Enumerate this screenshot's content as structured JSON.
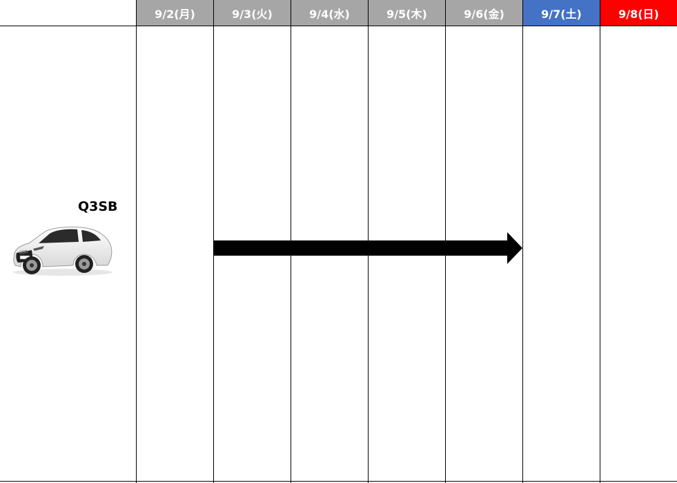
{
  "days": [
    {
      "label": "9/2(月)",
      "kind": "weekday"
    },
    {
      "label": "9/3(火)",
      "kind": "weekday"
    },
    {
      "label": "9/4(水)",
      "kind": "weekday"
    },
    {
      "label": "9/5(木)",
      "kind": "weekday"
    },
    {
      "label": "9/6(金)",
      "kind": "weekday"
    },
    {
      "label": "9/7(土)",
      "kind": "sat"
    },
    {
      "label": "9/8(日)",
      "kind": "sun"
    }
  ],
  "vehicle": {
    "name": "Q3SB",
    "image": "white-suv-car-icon"
  },
  "booking": {
    "start": "9/3(火)",
    "end": "9/6(金)"
  },
  "colors": {
    "weekday_header": "#a6a6a6",
    "saturday_header": "#4472c4",
    "sunday_header": "#ff0000",
    "arrow": "#000000"
  }
}
